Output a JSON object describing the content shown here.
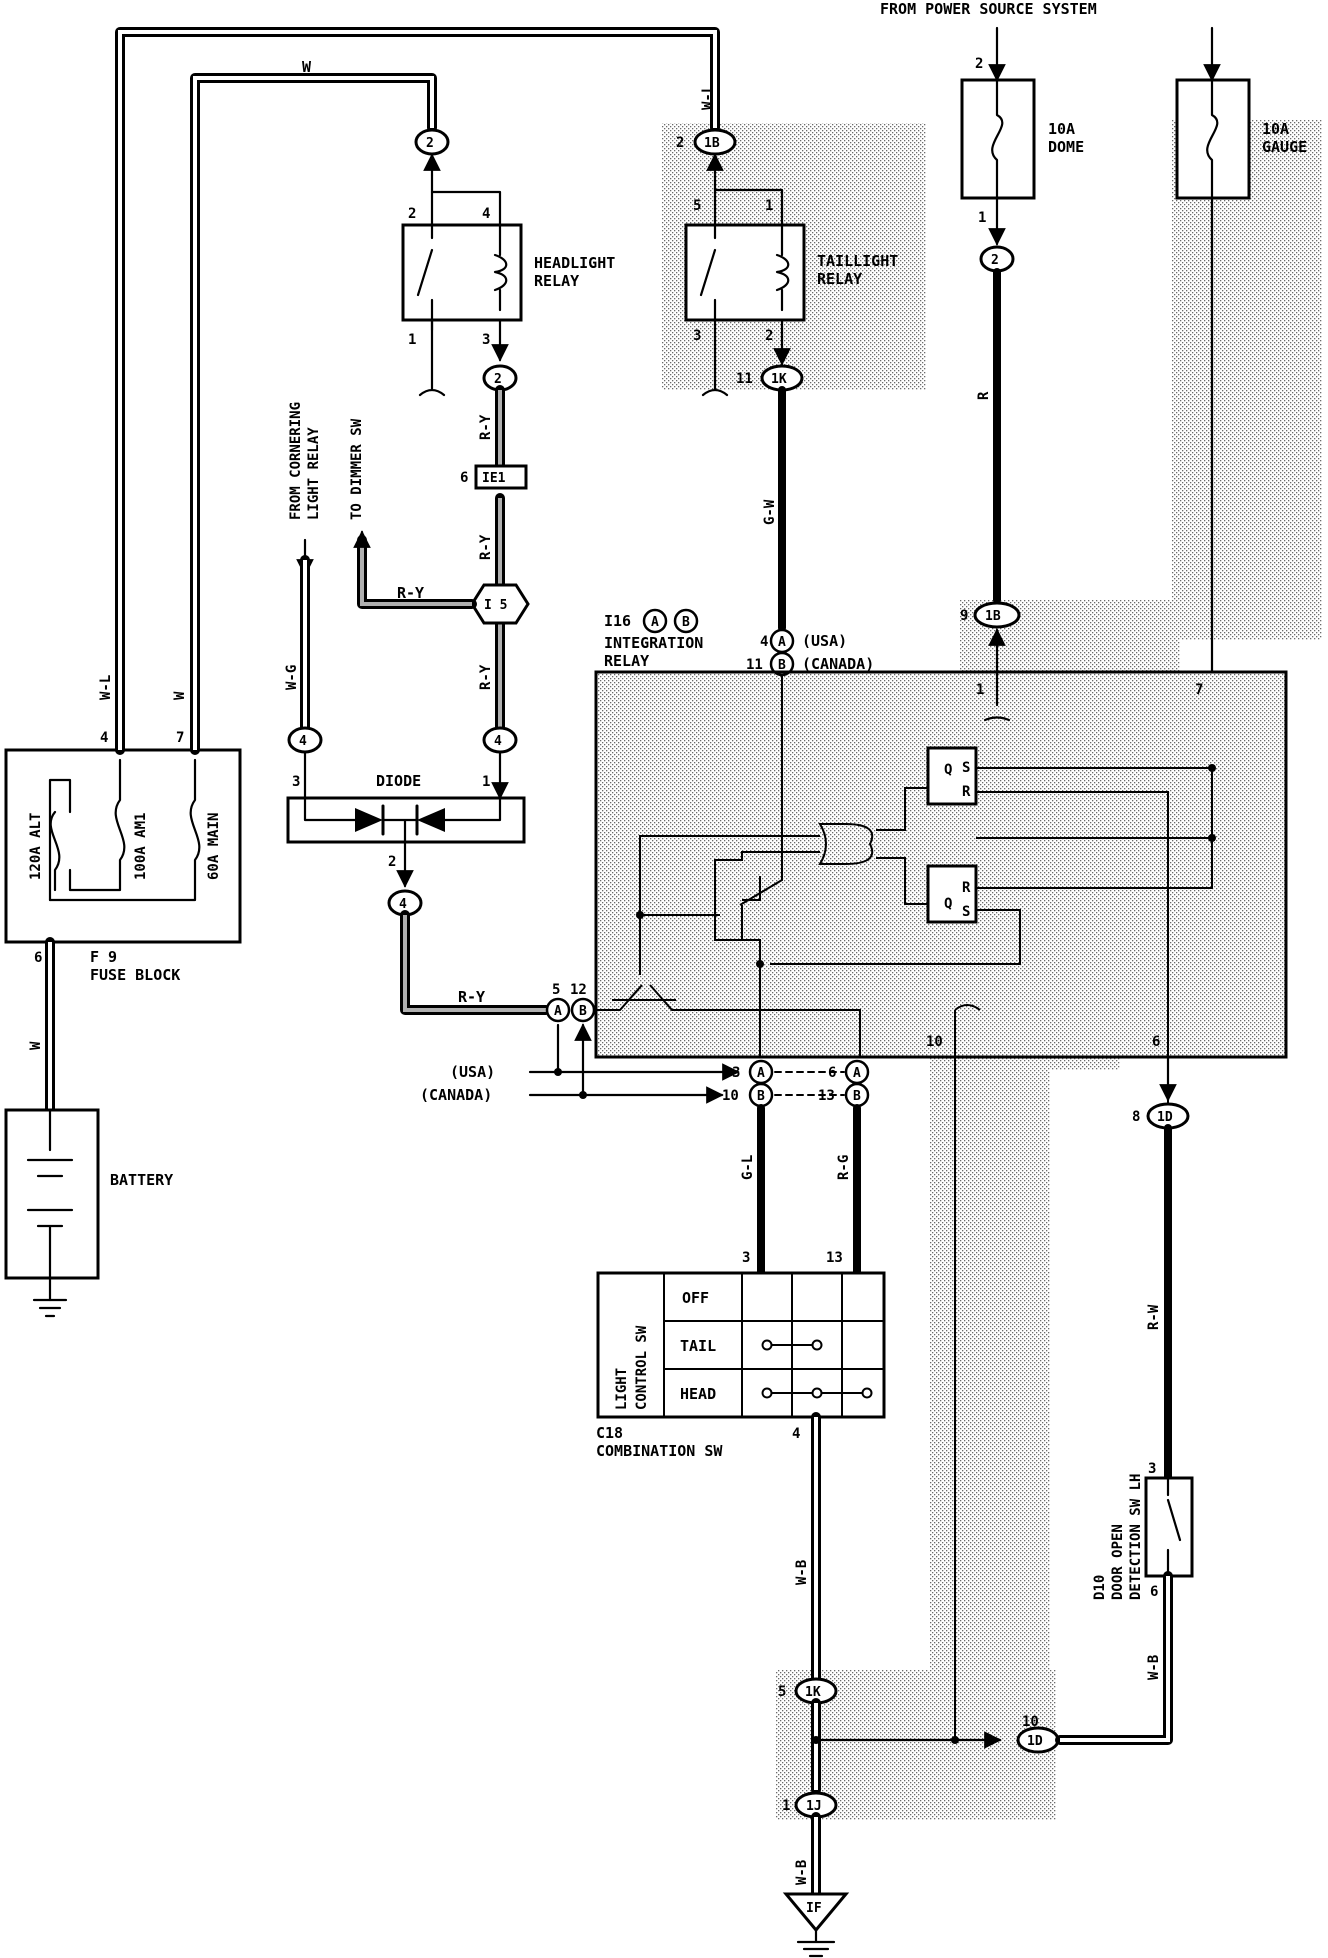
{
  "header": {
    "source": "FROM POWER SOURCE SYSTEM"
  },
  "fuses": {
    "dome_rating": "10A",
    "dome_name": "DOME",
    "dome_pin_in": "2",
    "dome_pin_out": "1",
    "gauge_rating": "10A",
    "gauge_name": "GAUGE"
  },
  "fuse_block": {
    "id": "F 9",
    "name": "FUSE BLOCK",
    "fuse1": "120A ALT",
    "fuse2": "100A AM1",
    "fuse3": "60A MAIN",
    "pin4": "4",
    "pin7": "7",
    "pin6": "6"
  },
  "battery": {
    "label": "BATTERY"
  },
  "headlight_relay": {
    "line1": "HEADLIGHT",
    "line2": "RELAY",
    "pin2": "2",
    "pin4": "4",
    "pin1": "1",
    "pin3": "3"
  },
  "taillight_relay": {
    "line1": "TAILLIGHT",
    "line2": "RELAY",
    "pin5": "5",
    "pin1": "1",
    "pin3": "3",
    "pin2": "2"
  },
  "connectors": {
    "c2_top": "2",
    "c1b_pin": "2",
    "c1b": "1B",
    "c2_mid": "2",
    "c1k_pin": "11",
    "c1k": "1K",
    "ie1_pin": "6",
    "ie1": "IE1",
    "i5": "I 5",
    "c4_left": "4",
    "c4_right": "4",
    "c4_bottom": "4",
    "c2_dome": "2",
    "c1b_right_pin": "9",
    "c1b_right": "1B",
    "c1d_pin": "8",
    "c1d": "1D",
    "c1k_low_pin": "5",
    "c1k_low": "1K",
    "c1j_pin": "1",
    "c1j": "1J",
    "c1d_low_pin": "10",
    "c1d_low": "1D",
    "if_ground": "IF"
  },
  "wires": {
    "w_top": "W",
    "wl_top": "W-L",
    "wl_left": "W-L",
    "w_left": "W",
    "w_batt": "W",
    "ry1": "R-Y",
    "ry2": "R-Y",
    "ry3": "R-Y",
    "ry4": "R-Y",
    "ry5": "R-Y",
    "wg": "W-G",
    "gw": "G-W",
    "r": "R",
    "gl": "G-L",
    "rg": "R-G",
    "rw": "R-W",
    "wb1": "W-B",
    "wb2": "W-B",
    "wb3": "W-B"
  },
  "side_labels": {
    "cornering": "FROM CORNERING",
    "cornering2": "LIGHT RELAY",
    "dimmer": "TO DIMMER SW"
  },
  "diode": {
    "label": "DIODE",
    "pin3": "3",
    "pin1": "1",
    "pin2": "2"
  },
  "integration_relay": {
    "id": "I16",
    "conn_a": "A",
    "conn_b": "B",
    "line1": "INTEGRATION",
    "line2": "RELAY",
    "usa_pin": "4",
    "canada_pin": "11",
    "usa": "(USA)",
    "canada": "(CANADA)",
    "pin1": "1",
    "pin7": "7",
    "pin10": "10",
    "pin6": "6",
    "pin5": "5",
    "pin12": "12",
    "ff_top_q": "Q",
    "ff_top_s": "S",
    "ff_top_r": "R",
    "ff_bot_q": "Q",
    "ff_bot_r": "R",
    "ff_bot_s": "S"
  },
  "country_rows": {
    "usa": "(USA)",
    "canada": "(CANADA)",
    "usa_pins_l": "3",
    "usa_pins_r": "6",
    "canada_pins_l": "10",
    "canada_pins_r": "13"
  },
  "combination_sw": {
    "title1": "LIGHT",
    "title2": "CONTROL SW",
    "row_off": "OFF",
    "row_tail": "TAIL",
    "row_head": "HEAD",
    "pin3": "3",
    "pin13": "13",
    "pin4": "4",
    "id": "C18",
    "name": "COMBINATION SW"
  },
  "door_sw": {
    "id": "D10",
    "line1": "DOOR OPEN",
    "line2": "DETECTION SW LH",
    "pin3": "3",
    "pin6": "6"
  }
}
